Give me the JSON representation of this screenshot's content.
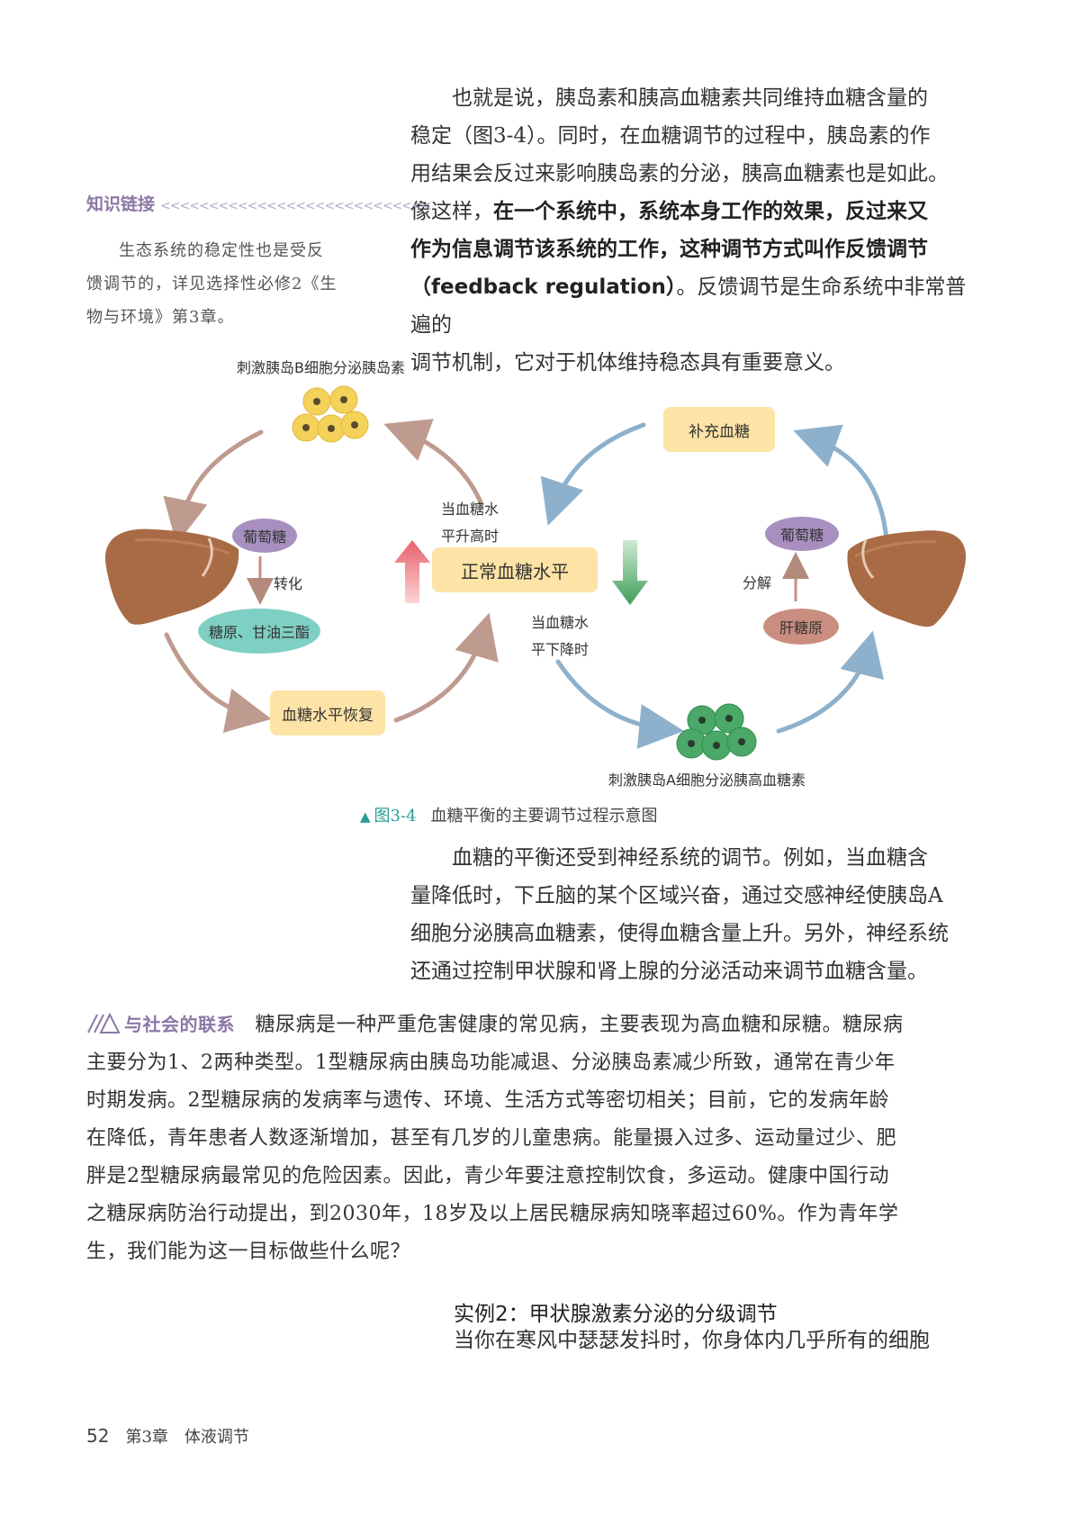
{
  "main_text": {
    "p1_lines": [
      "也就是说，胰岛素和胰高血糖素共同维持血糖含量的",
      "稳定（图3-4）。同时，在血糖调节的过程中，胰岛素的作",
      "用结果会反过来影响胰岛素的分泌，胰高血糖素也是如此。"
    ],
    "p1_line4_normal": "像这样，",
    "p1_line4_bold": "在一个系统中，系统本身工作的效果，反过来又",
    "p1_line5_bold": "作为信息调节该系统的工作，这种调节方式叫作反馈调节",
    "p1_line6_bold": "（feedback regulation）",
    "p1_line6_normal": "。反馈调节是生命系统中非常普遍的",
    "p1_line7": "调节机制，它对于机体维持稳态具有重要意义。",
    "p2_lines": [
      "血糖的平衡还受到神经系统的调节。例如，当血糖含",
      "量降低时，下丘脑的某个区域兴奋，通过交感神经使胰岛A",
      "细胞分泌胰高血糖素，使得血糖含量上升。另外，神经系统",
      "还通过控制甲状腺和肾上腺的分泌活动来调节血糖含量。"
    ]
  },
  "knowledge_link": {
    "title": "知识链接",
    "chevrons": "<<<<<<<<<<<<<<<<<<<<<<<<<<<<",
    "lines": [
      "生态系统的稳定性也是受反",
      "馈调节的，详见选择性必修2《生",
      "物与环境》第3章。"
    ]
  },
  "figure": {
    "label_top": "刺激胰岛B细胞分泌胰岛素",
    "label_bottom": "刺激胰岛A细胞分泌胰高血糖素",
    "center": "正常血糖水平",
    "rise": [
      "当血糖水",
      "平升高时"
    ],
    "fall": [
      "当血糖水",
      "平下降时"
    ],
    "left_glucose": "葡萄糖",
    "left_convert": "转化",
    "left_store": "糖原、甘油三酯",
    "left_recover": "血糖水平恢复",
    "right_supply": "补充血糖",
    "right_glucose": "葡萄糖",
    "right_decompose": "分解",
    "right_glycogen": "肝糖原",
    "colors": {
      "box": "#fde3a6",
      "left_pill": "#a98fc0",
      "store": "#7ecfc4",
      "glycogen": "#c98e7f",
      "up_arrow": "#e8606a",
      "down_arrow": "#3f9e58",
      "arrow_brown": "#b48a7c",
      "arrow_blue": "#7aa4c4",
      "liver": "#a86b45",
      "b_cells": "#f4d25a",
      "a_cells": "#4aa868"
    }
  },
  "caption": {
    "triangle": "▲",
    "number": "图3-4",
    "text": "血糖平衡的主要调节过程示意图"
  },
  "social": {
    "title": "与社会的联系",
    "first_line": "糖尿病是一种严重危害健康的常见病，主要表现为高血糖和尿糖。糖尿病",
    "lines": [
      "主要分为1、2两种类型。1型糖尿病由胰岛功能减退、分泌胰岛素减少所致，通常在青少年",
      "时期发病。2型糖尿病的发病率与遗传、环境、生活方式等密切相关；目前，它的发病年龄",
      "在降低，青年患者人数逐渐增加，甚至有几岁的儿童患病。能量摄入过多、运动量过少、肥",
      "胖是2型糖尿病最常见的危险因素。因此，青少年要注意控制饮食，多运动。健康中国行动",
      "之糖尿病防治行动提出，到2030年，18岁及以上居民糖尿病知晓率超过60%。作为青年学",
      "生，我们能为这一目标做些什么呢？"
    ]
  },
  "example": {
    "title": "实例2：甲状腺激素分泌的分级调节",
    "first_line": "当你在寒风中瑟瑟发抖时，你身体内几乎所有的细胞"
  },
  "footer": {
    "page_number": "52",
    "chapter": "第3章　体液调节"
  }
}
